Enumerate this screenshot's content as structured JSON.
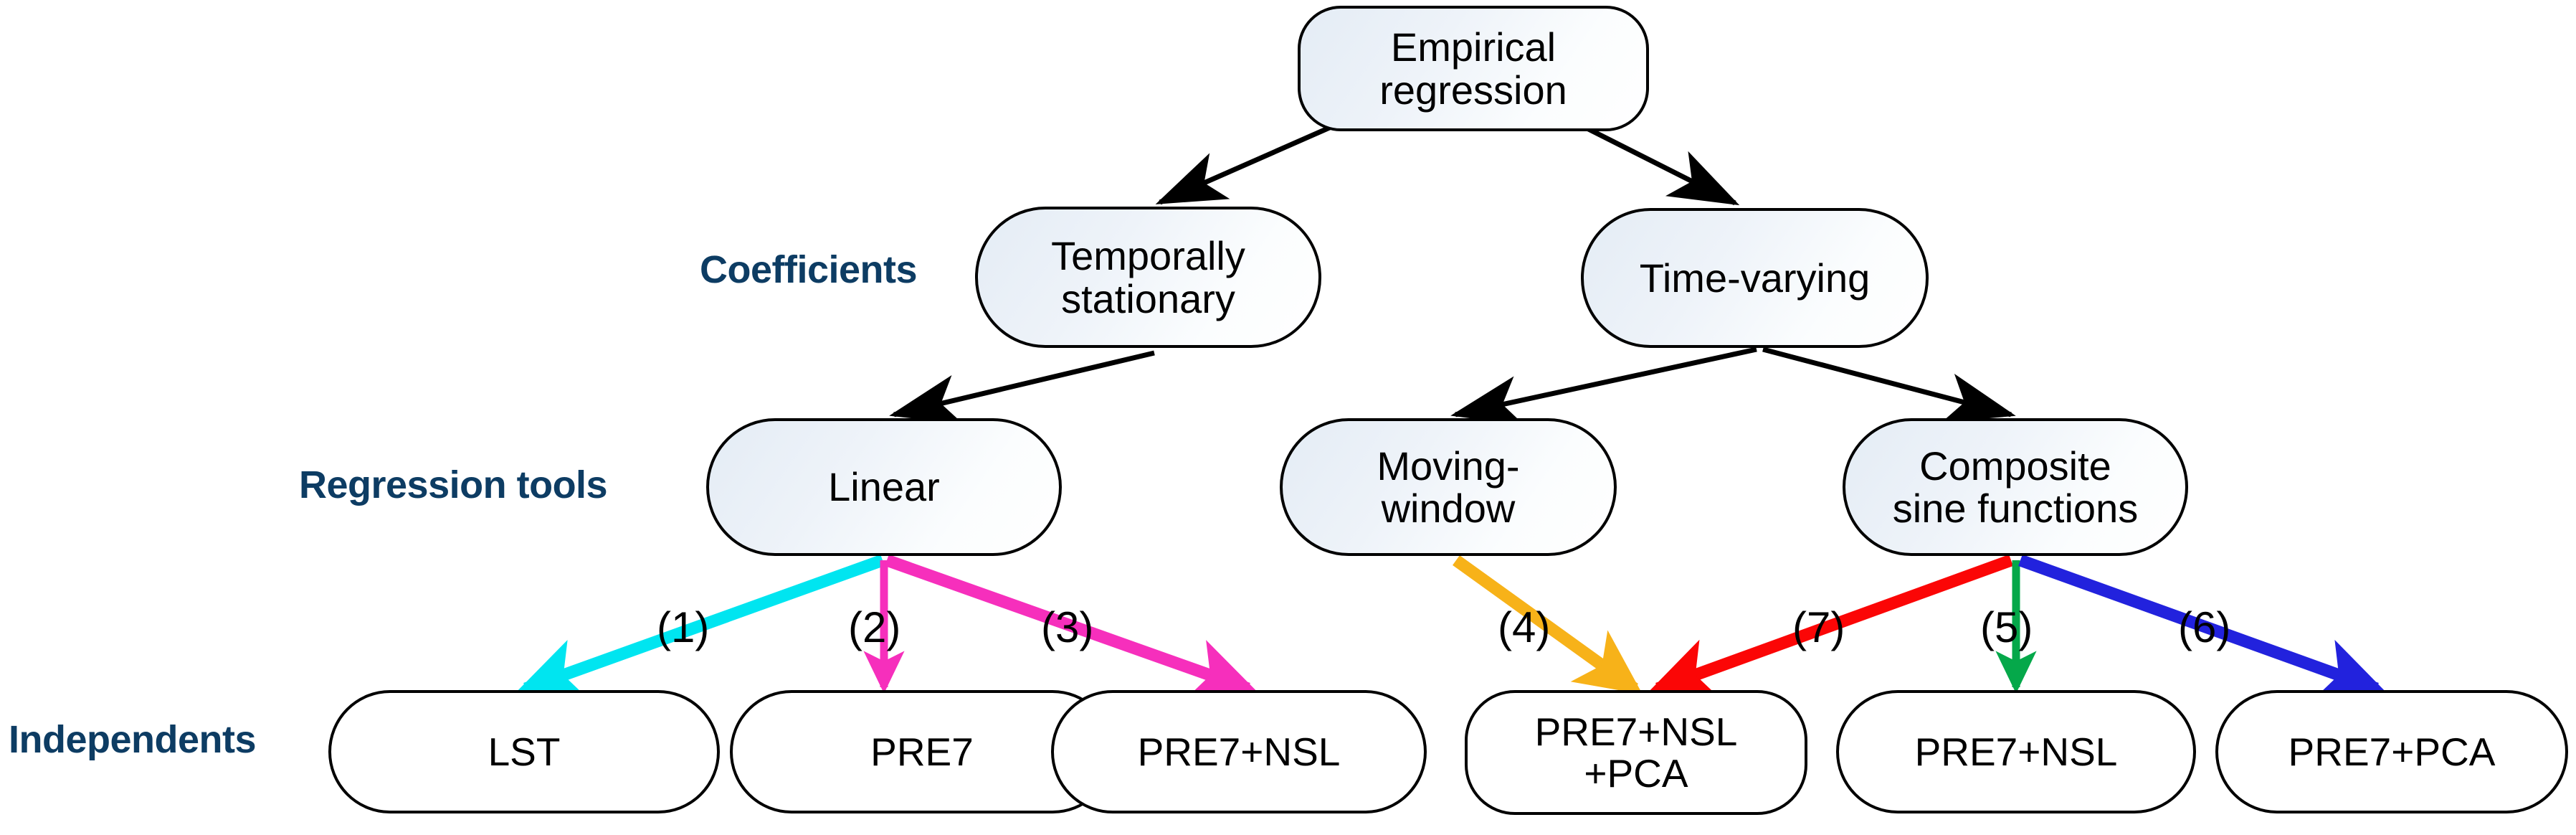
{
  "diagram": {
    "title": "Empirical regression taxonomy",
    "background_color": "#ffffff",
    "row_labels": [
      {
        "id": "coefficients",
        "text": "Coefficients",
        "color": "#0d3c63"
      },
      {
        "id": "regression-tools",
        "text": "Regression tools",
        "color": "#0d3c63"
      },
      {
        "id": "independents",
        "text": "Independents",
        "color": "#0d3c63"
      }
    ],
    "nodes": [
      {
        "id": "empirical-regression",
        "text": "Empirical\nregression",
        "level": "root"
      },
      {
        "id": "temporally-stationary",
        "text": "Temporally\nstationary",
        "level": "coefficients"
      },
      {
        "id": "time-varying",
        "text": "Time-varying",
        "level": "coefficients"
      },
      {
        "id": "linear",
        "text": "Linear",
        "level": "regression-tools"
      },
      {
        "id": "moving-window",
        "text": "Moving-\nwindow",
        "level": "regression-tools"
      },
      {
        "id": "composite-sine-functions",
        "text": "Composite\nsine functions",
        "level": "regression-tools"
      },
      {
        "id": "lst",
        "text": "LST",
        "level": "independents"
      },
      {
        "id": "pre7",
        "text": "PRE7",
        "level": "independents"
      },
      {
        "id": "pre7-nsl",
        "text": "PRE7+NSL",
        "level": "independents"
      },
      {
        "id": "pre7-nsl-pca",
        "text": "PRE7+NSL\n+PCA",
        "level": "independents"
      },
      {
        "id": "pre7-nsl-2",
        "text": "PRE7+NSL",
        "level": "independents"
      },
      {
        "id": "pre7-pca",
        "text": "PRE7+PCA",
        "level": "independents"
      }
    ],
    "edge_labels": [
      {
        "id": "edge-1",
        "text": "(1)",
        "color": "#00e5f0",
        "from": "linear",
        "to": "lst"
      },
      {
        "id": "edge-2",
        "text": "(2)",
        "color": "#f62fbc",
        "from": "linear",
        "to": "pre7"
      },
      {
        "id": "edge-3",
        "text": "(3)",
        "color": "#f62fbc",
        "from": "linear",
        "to": "pre7-nsl"
      },
      {
        "id": "edge-4",
        "text": "(4)",
        "color": "#f7b219",
        "from": "moving-window",
        "to": "pre7-nsl-pca"
      },
      {
        "id": "edge-7",
        "text": "(7)",
        "color": "#fb0606",
        "from": "composite-sine-functions",
        "to": "pre7-nsl-pca"
      },
      {
        "id": "edge-5",
        "text": "(5)",
        "color": "#05a84a",
        "from": "composite-sine-functions",
        "to": "pre7-nsl-2"
      },
      {
        "id": "edge-6",
        "text": "(6)",
        "color": "#2222dd",
        "from": "composite-sine-functions",
        "to": "pre7-pca"
      }
    ],
    "colors": {
      "node_stroke": "#000000",
      "node_text": "#000000",
      "label_navy": "#0d3c63",
      "black_edge": "#000000",
      "cyan": "#00e5f0",
      "magenta": "#f62fbc",
      "orange": "#f7b219",
      "red": "#fb0606",
      "green": "#05a84a",
      "blue": "#2222dd"
    }
  }
}
